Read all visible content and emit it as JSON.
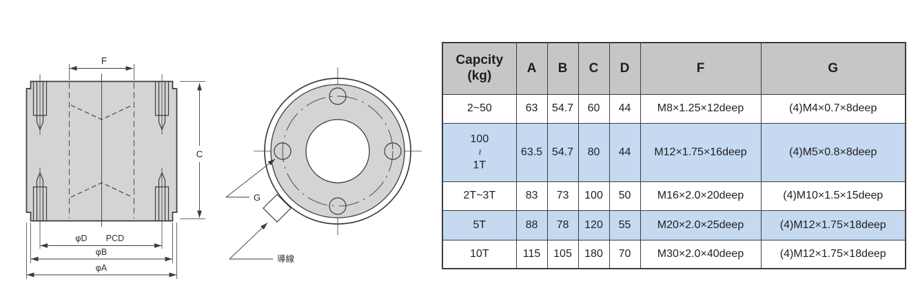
{
  "drawing": {
    "front_view": {
      "dim_f": "F",
      "dim_c": "C",
      "dim_d": "φD",
      "dim_pcd": "PCD",
      "dim_b": "φB",
      "dim_a": "φA"
    },
    "top_view": {
      "dim_g": "G",
      "lead_wire": "導線"
    }
  },
  "table": {
    "header": {
      "capacity": "Capcity\n(kg)",
      "a": "A",
      "b": "B",
      "c": "C",
      "d": "D",
      "f": "F",
      "g": "G"
    },
    "rows": [
      {
        "capacity": "2~50",
        "a": "63",
        "b": "54.7",
        "c": "60",
        "d": "44",
        "f": "M8×1.25×12deep",
        "g": "(4)M4×0.7×8deep"
      },
      {
        "capacity_lines": [
          "100",
          "~",
          "1T"
        ],
        "a": "63.5",
        "b": "54.7",
        "c": "80",
        "d": "44",
        "f": "M12×1.75×16deep",
        "g": "(4)M5×0.8×8deep"
      },
      {
        "capacity": "2T~3T",
        "a": "83",
        "b": "73",
        "c": "100",
        "d": "50",
        "f": "M16×2.0×20deep",
        "g": "(4)M10×1.5×15deep"
      },
      {
        "capacity": "5T",
        "a": "88",
        "b": "78",
        "c": "120",
        "d": "55",
        "f": "M20×2.0×25deep",
        "g": "(4)M12×1.75×18deep"
      },
      {
        "capacity": "10T",
        "a": "115",
        "b": "105",
        "c": "180",
        "d": "70",
        "f": "M30×2.0×40deep",
        "g": "(4)M12×1.75×18deep"
      }
    ]
  },
  "colors": {
    "table_header_bg": "#c6c6c8",
    "row_highlight": "#c5d9f0",
    "drawing_fill": "#d4d4d6",
    "line": "#3b3b3d"
  }
}
